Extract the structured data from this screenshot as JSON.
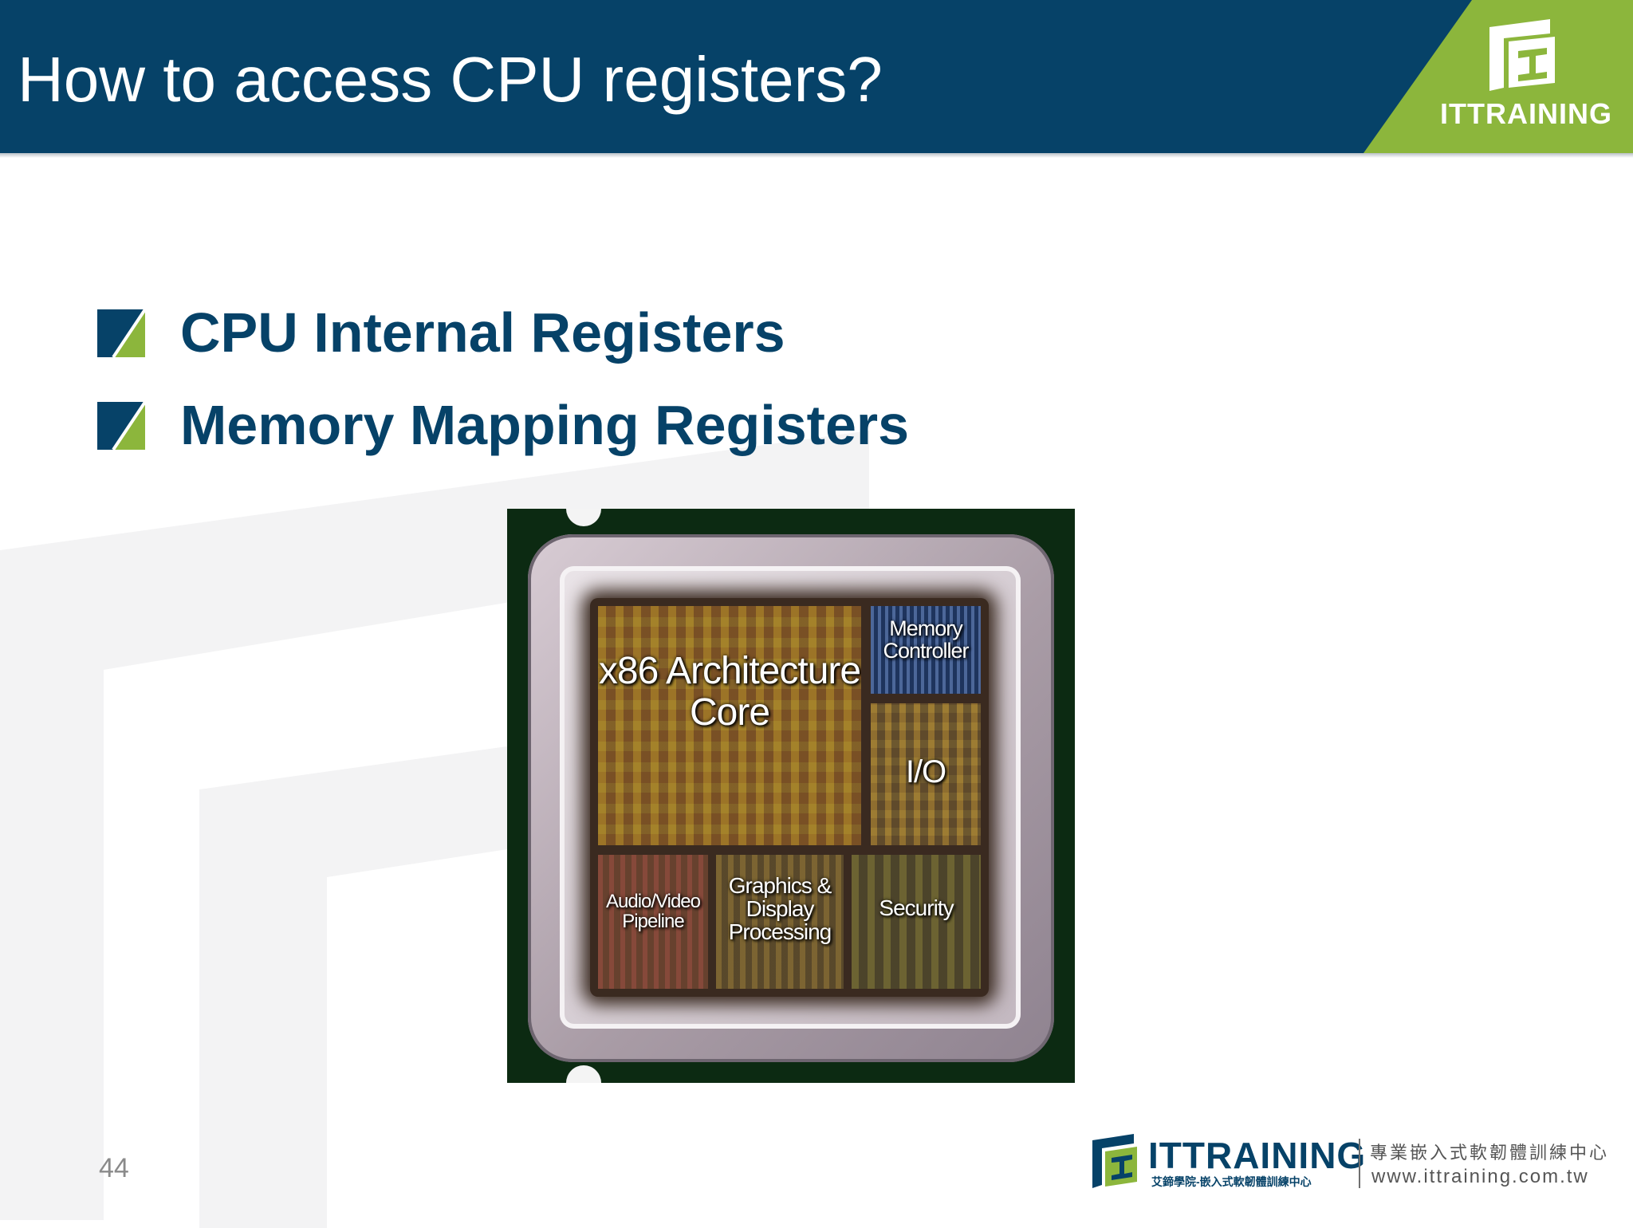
{
  "slide": {
    "title": "How to access CPU registers?",
    "page_number": "44"
  },
  "brand": {
    "name": "ITTRAINING",
    "subtitle": "艾鍗學院-嵌入式軟韌體訓練中心",
    "tagline": "專業嵌入式軟韌體訓練中心",
    "url": "www.ittraining.com.tw",
    "primary_color": "#064268",
    "accent_color": "#8cb63c"
  },
  "bullets": [
    {
      "text": "CPU Internal Registers",
      "icon": "square-bullet-icon"
    },
    {
      "text": "Memory Mapping Registers",
      "icon": "square-bullet-icon"
    }
  ],
  "cpu_image": {
    "blocks": {
      "core": "x86 Architecture Core",
      "memory_controller": "Memory Controller",
      "io": "I/O",
      "audio_video": "Audio/Video Pipeline",
      "graphics": "Graphics & Display Processing",
      "security": "Security"
    }
  }
}
